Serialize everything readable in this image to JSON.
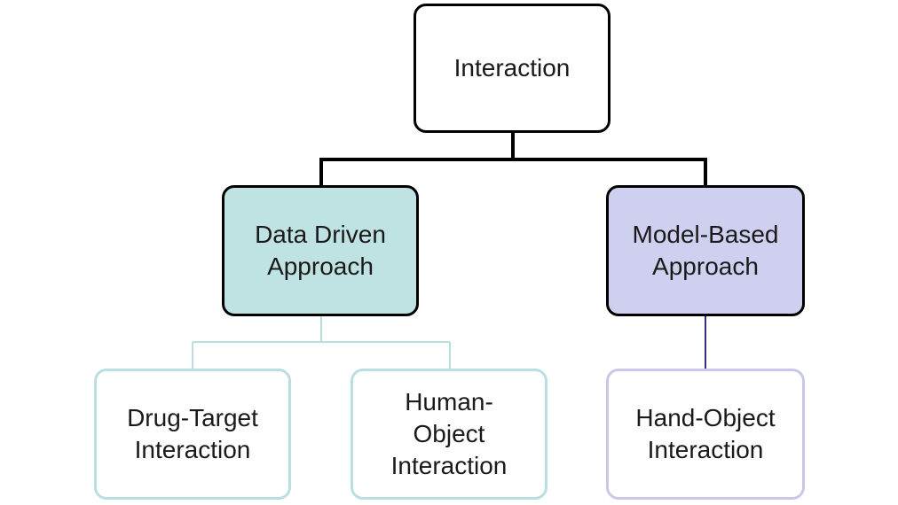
{
  "diagram": {
    "root": {
      "label": "Interaction"
    },
    "branches": [
      {
        "label": "Data Driven\nApproach",
        "fill_color": "#bfe3e2",
        "children": [
          {
            "label": "Drug-Target\nInteraction"
          },
          {
            "label": "Human-\nObject\nInteraction"
          }
        ]
      },
      {
        "label": "Model-Based\nApproach",
        "fill_color": "#cfcff0",
        "children": [
          {
            "label": "Hand-Object\nInteraction"
          }
        ]
      }
    ],
    "colors": {
      "root_border": "#000000",
      "root_connector": "#000000",
      "data_driven_connector": "#b9dfe0",
      "model_based_connector": "#2e2e7a",
      "data_driven_leaf_border": "#b9dfe0",
      "model_based_leaf_border": "#c8c8ea"
    }
  }
}
